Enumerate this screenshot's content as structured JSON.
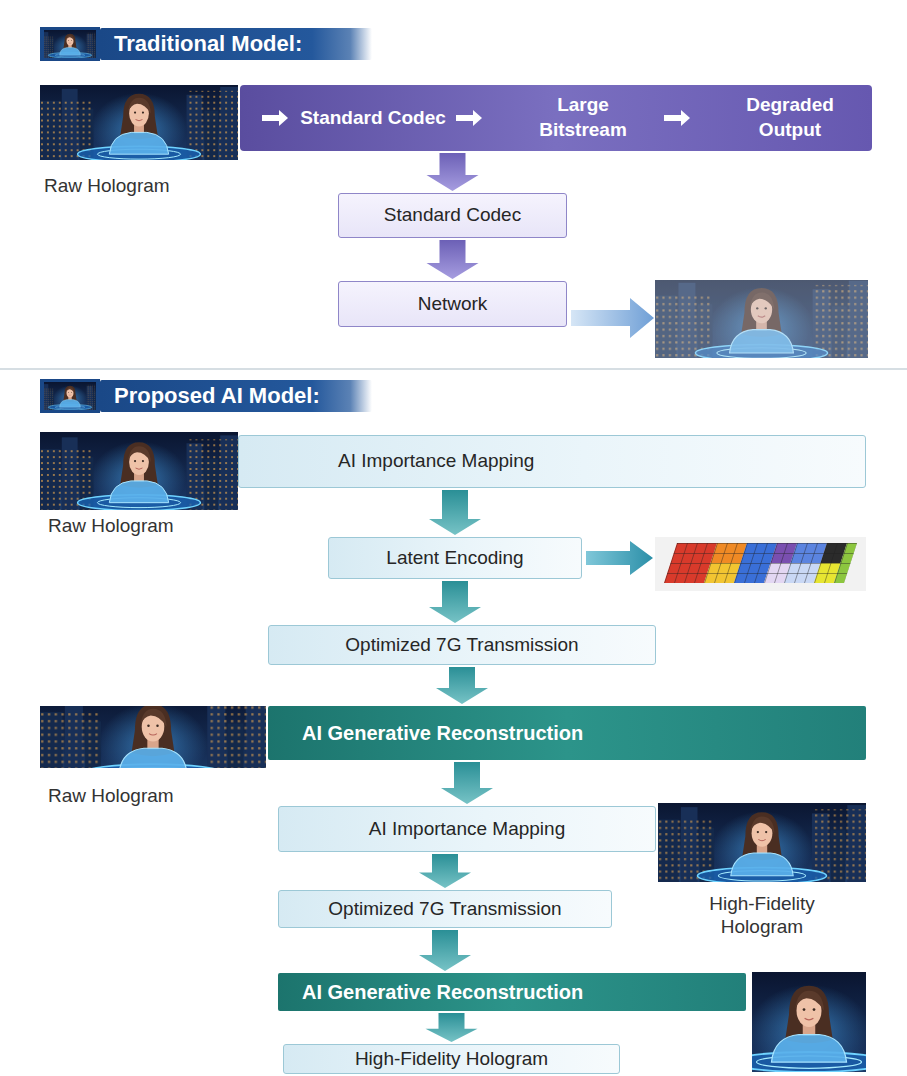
{
  "diagram": {
    "nodes": [
      {
        "text": [
          "Traditional Model:"
        ]
      },
      {
        "text": [
          "Raw Hologram"
        ]
      },
      {
        "text": [
          "Standard Codec",
          "Large Bitstream",
          "Degraded Output"
        ]
      },
      {
        "text": [
          "Standard Codec"
        ]
      },
      {
        "text": [
          "Network"
        ]
      },
      {
        "text": [
          "Proposed AI Model:"
        ]
      },
      {
        "text": [
          "Raw Hologram"
        ]
      },
      {
        "text": [
          "AI Importance Mapping"
        ]
      },
      {
        "text": [
          "Latent Encoding"
        ]
      },
      {
        "text": [
          "Optimized 7G Transmission"
        ]
      },
      {
        "text": [
          "AI Generative Reconstruction"
        ]
      },
      {
        "text": [
          "Raw Hologram"
        ]
      },
      {
        "text": [
          "AI Importance Mapping"
        ]
      },
      {
        "text": [
          "High-Fidelity Hologram"
        ]
      },
      {
        "text": [
          "Optimized 7G Transmission"
        ]
      },
      {
        "text": [
          "AI Generative Reconstruction"
        ]
      },
      {
        "text": [
          "High-Fidelity Hologram"
        ]
      }
    ],
    "edges": [
      {
        "from": 2,
        "to": 3,
        "arrow": "to"
      },
      {
        "from": 3,
        "to": 4,
        "arrow": "to"
      },
      {
        "from": 7,
        "to": 8,
        "arrow": "to"
      },
      {
        "from": 8,
        "to": 9,
        "arrow": "to"
      },
      {
        "from": 9,
        "to": 10,
        "arrow": "to"
      },
      {
        "from": 10,
        "to": 12,
        "arrow": "to"
      },
      {
        "from": 12,
        "to": 14,
        "arrow": "to"
      },
      {
        "from": 14,
        "to": 15,
        "arrow": "to"
      },
      {
        "from": 15,
        "to": 16,
        "arrow": "to"
      }
    ]
  }
}
